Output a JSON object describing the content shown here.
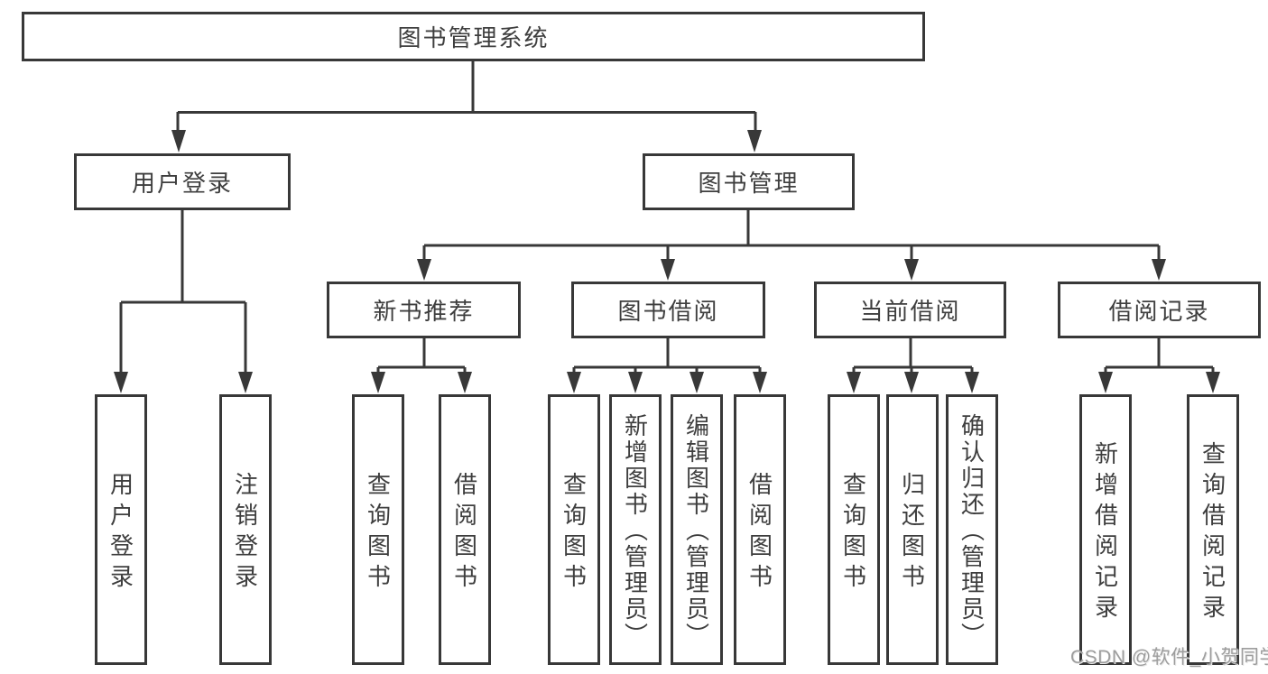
{
  "diagram": {
    "root": "图书管理系统",
    "branches": [
      {
        "label": "用户登录",
        "children": [
          "用户登录",
          "注销登录"
        ]
      },
      {
        "label": "图书管理",
        "modules": [
          {
            "label": "新书推荐",
            "children": [
              "查询图书",
              "借阅图书"
            ]
          },
          {
            "label": "图书借阅",
            "children": [
              "查询图书",
              "新增图书（管理员）",
              "编辑图书（管理员）",
              "借阅图书"
            ]
          },
          {
            "label": "当前借阅",
            "children": [
              "查询图书",
              "归还图书",
              "确认归还（管理员）"
            ]
          },
          {
            "label": "借阅记录",
            "children": [
              "新增借阅记录",
              "查询借阅记录"
            ]
          }
        ]
      }
    ]
  },
  "watermark": "CSDN @软件_小贺同学",
  "colors": {
    "line": "#383838",
    "text": "#3e3e3e",
    "background": "#ffffff",
    "watermark": "#9d9d9d"
  }
}
